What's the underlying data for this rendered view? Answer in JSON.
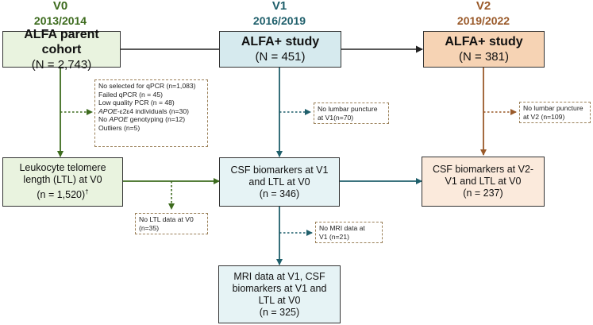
{
  "waves": [
    {
      "label": "V0",
      "years": "2013/2014",
      "color": "#3d6b1e"
    },
    {
      "label": "V1",
      "years": "2016/2019",
      "color": "#1f5f6b"
    },
    {
      "label": "V2",
      "years": "2019/2022",
      "color": "#9a5a2a"
    }
  ],
  "cohorts": {
    "parent": {
      "title": "ALFA parent cohort",
      "n": "(N = 2,743)"
    },
    "alfa_plus_v1": {
      "title": "ALFA+ study",
      "n": "(N = 451)"
    },
    "alfa_plus_v2": {
      "title": "ALFA+ study",
      "n": "(N = 381)"
    }
  },
  "exclusions": {
    "v0": [
      {
        "pre": "",
        "em": "",
        "post": "No selected for qPCR (n=1,083)"
      },
      {
        "pre": "",
        "em": "",
        "post": "Failed qPCR (n = 45)"
      },
      {
        "pre": "",
        "em": "",
        "post": "Low quality PCR (n = 48)"
      },
      {
        "pre": "",
        "em": "APOE",
        "post": "-ε2ε4 individuals (n=30)"
      },
      {
        "pre": "No ",
        "em": "APOE",
        "post": " genotyping (n=12)"
      },
      {
        "pre": "",
        "em": "",
        "post": "Outliers (n=5)"
      }
    ],
    "v1_lp": [
      "No lumbar puncture",
      "at V1(n=70)"
    ],
    "v2_lp": [
      "No lumbar puncture",
      "at V2 (n=109)"
    ],
    "ltl": [
      "No LTL data at V0",
      "(n=35)"
    ],
    "mri": [
      "No MRI data at",
      "V1 (n=21)"
    ]
  },
  "outcomes": {
    "ltl_v0": {
      "lines": [
        "Leukocyte telomere",
        "length (LTL) at V0",
        "(n = 1,520)"
      ],
      "mark": "†"
    },
    "csf_v1": {
      "lines": [
        "CSF biomarkers at V1",
        "and LTL at V0",
        "(n = 346)"
      ]
    },
    "csf_v2": {
      "lines": [
        "CSF biomarkers at V2-",
        "V1 and LTL at V0",
        "(n = 237)"
      ]
    },
    "mri_v1": {
      "lines": [
        "MRI data at V1, CSF",
        "biomarkers at V1 and",
        "LTL at V0",
        "(n = 325)"
      ]
    }
  },
  "colors": {
    "green_fill": "#e9f3df",
    "green_line": "#3d6b1e",
    "teal_fill_main": "#d6eaee",
    "teal_fill": "#e6f3f5",
    "teal_line": "#1f5f6b",
    "peach_fill_main": "#f6d3b4",
    "peach_fill": "#fbeadc",
    "brown_line": "#9a5a2a",
    "dark_line": "#222222",
    "dash": "#9a8058"
  }
}
